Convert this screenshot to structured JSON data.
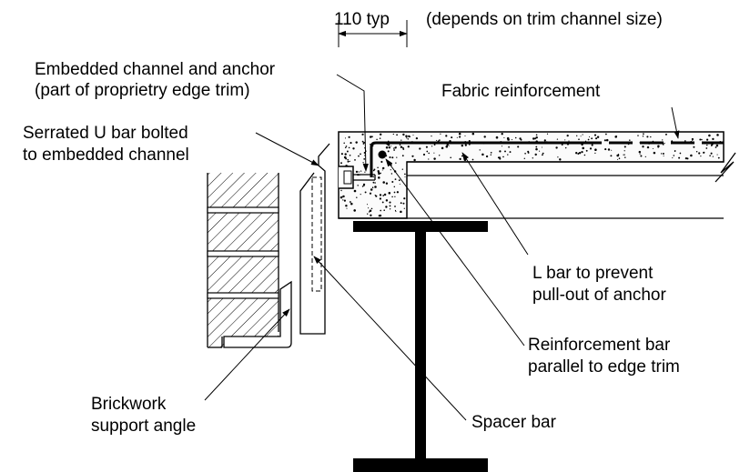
{
  "labels": {
    "dimension": "110 typ",
    "dimension_note": "(depends on trim channel size)",
    "embedded_line1": "Embedded channel and anchor",
    "embedded_line2": "(part of proprietry edge trim)",
    "fabric": "Fabric reinforcement",
    "serrated_line1": "Serrated U bar bolted",
    "serrated_line2": "to embedded channel",
    "lbar_line1": "L bar to prevent",
    "lbar_line2": "pull-out of anchor",
    "rebar_line1": "Reinforcement bar",
    "rebar_line2": "parallel to edge trim",
    "brick_line1": "Brickwork",
    "brick_line2": "support angle",
    "spacer": "Spacer bar"
  }
}
